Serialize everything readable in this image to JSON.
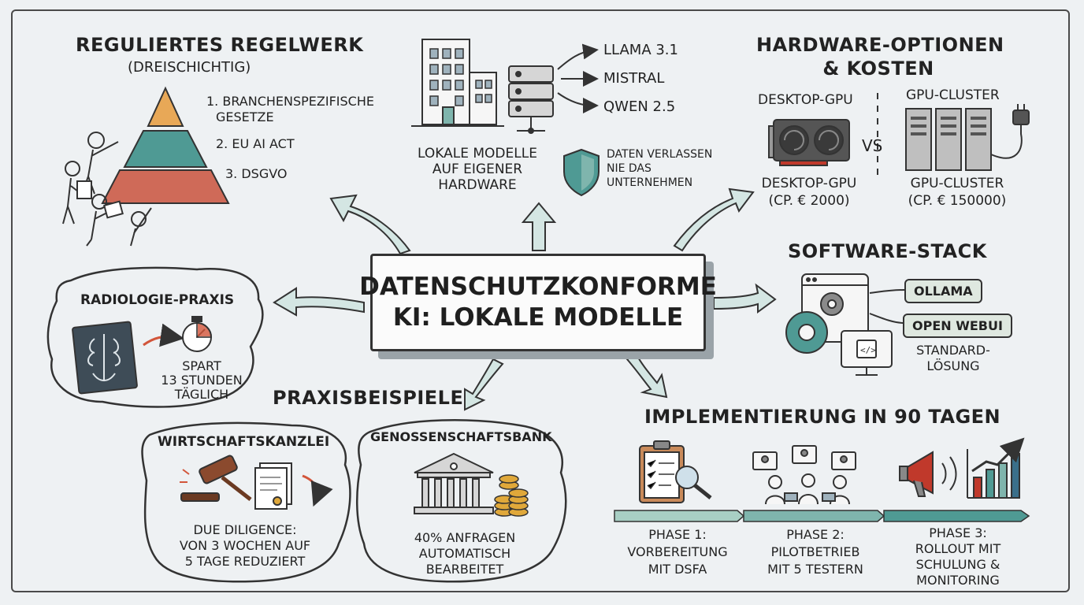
{
  "center": {
    "line1": "DATENSCHUTZKONFORME",
    "line2": "KI: LOKALE MODELLE"
  },
  "regelwerk": {
    "title": "REGULIERTES REGELWERK",
    "subtitle": "(DREISCHICHTIG)",
    "layers": [
      {
        "label_line1": "1. BRANCHENSPEZIFISCHE",
        "label_line2": "GESETZE"
      },
      {
        "label_line1": "2. EU AI ACT",
        "label_line2": ""
      },
      {
        "label_line1": "3. DSGVO",
        "label_line2": ""
      }
    ]
  },
  "lokale_modelle": {
    "models": [
      "LLAMA 3.1",
      "MISTRAL",
      "QWEN 2.5"
    ],
    "caption_lines": [
      "LOKALE MODELLE",
      "AUF EIGENER",
      "HARDWARE"
    ],
    "shield_lines": [
      "DATEN VERLASSEN",
      "NIE DAS",
      "UNTERNEHMEN"
    ]
  },
  "hardware": {
    "title_line1": "HARDWARE-OPTIONEN",
    "title_line2": "& KOSTEN",
    "desktop_label": "DESKTOP-GPU",
    "desktop_caption": "DESKTOP-GPU",
    "desktop_price": "(cp. € 2000)",
    "vs": "VS",
    "cluster_label": "GPU-CLUSTER",
    "cluster_caption": "GPU-CLUSTER",
    "cluster_price": "(cp. € 150000)"
  },
  "software": {
    "title": "SOFTWARE-STACK",
    "items": [
      "OLLAMA",
      "OPEN WEBUI"
    ],
    "note_line1": "STANDARD-",
    "note_line2": "LÖSUNG"
  },
  "praxis": {
    "title": "PRAXISBEISPIELE",
    "radiologie": {
      "title": "RADIOLOGIE-PRAXIS",
      "lines": [
        "SPART",
        "13 STUNDEN",
        "TÄGLICH"
      ]
    },
    "kanzlei": {
      "title": "WIRTSCHAFTSKANZLEI",
      "lines": [
        "DUE DILIGENCE:",
        "VON 3 WOCHEN AUF",
        "5 TAGE REDUZIERT"
      ]
    },
    "bank": {
      "title": "GENOSSENSCHAFTSBANK",
      "lines": [
        "40% ANFRAGEN",
        "AUTOMATISCH",
        "BEARBEITET"
      ]
    }
  },
  "implementierung": {
    "title": "IMPLEMENTIERUNG IN 90 TAGEN",
    "phases": [
      {
        "lines": [
          "PHASE 1:",
          "VORBEREITUNG",
          "MIT DSFA"
        ]
      },
      {
        "lines": [
          "PHASE 2:",
          "PILOTBETRIEB",
          "MIT 5 TESTERN"
        ]
      },
      {
        "lines": [
          "PHASE 3:",
          "ROLLOUT MIT",
          "SCHULUNG &",
          "MONITORING"
        ]
      }
    ]
  },
  "colors": {
    "accent_teal": "#7fb5ad",
    "pyramid_top": "#e8a857",
    "pyramid_mid": "#4f9a94",
    "pyramid_bottom": "#cf6a58",
    "gpu_red": "#c0392b",
    "coin_gold": "#e0a83a",
    "arrow_red": "#d2553a"
  }
}
